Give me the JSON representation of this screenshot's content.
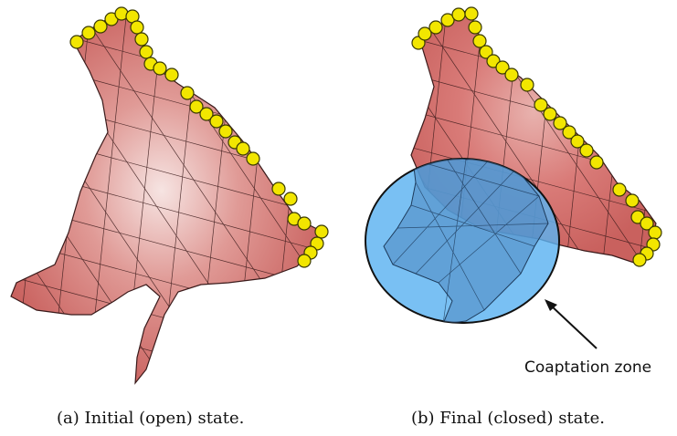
{
  "figure": {
    "panels": [
      {
        "id": "a",
        "caption": "(a) Initial (open) state."
      },
      {
        "id": "b",
        "caption": "(b) Final (closed) state.",
        "annotation": "Coaptation zone"
      }
    ],
    "colors": {
      "mesh_fill": "#d97b78",
      "mesh_highlight": "#f6e4e2",
      "mesh_edges": "#3a1a1a",
      "marker_fill": "#f2e600",
      "marker_stroke": "#3a3a00",
      "coaptation_fill": "#5bb2f0",
      "coaptation_stroke": "#111111",
      "arrow": "#111111"
    }
  }
}
